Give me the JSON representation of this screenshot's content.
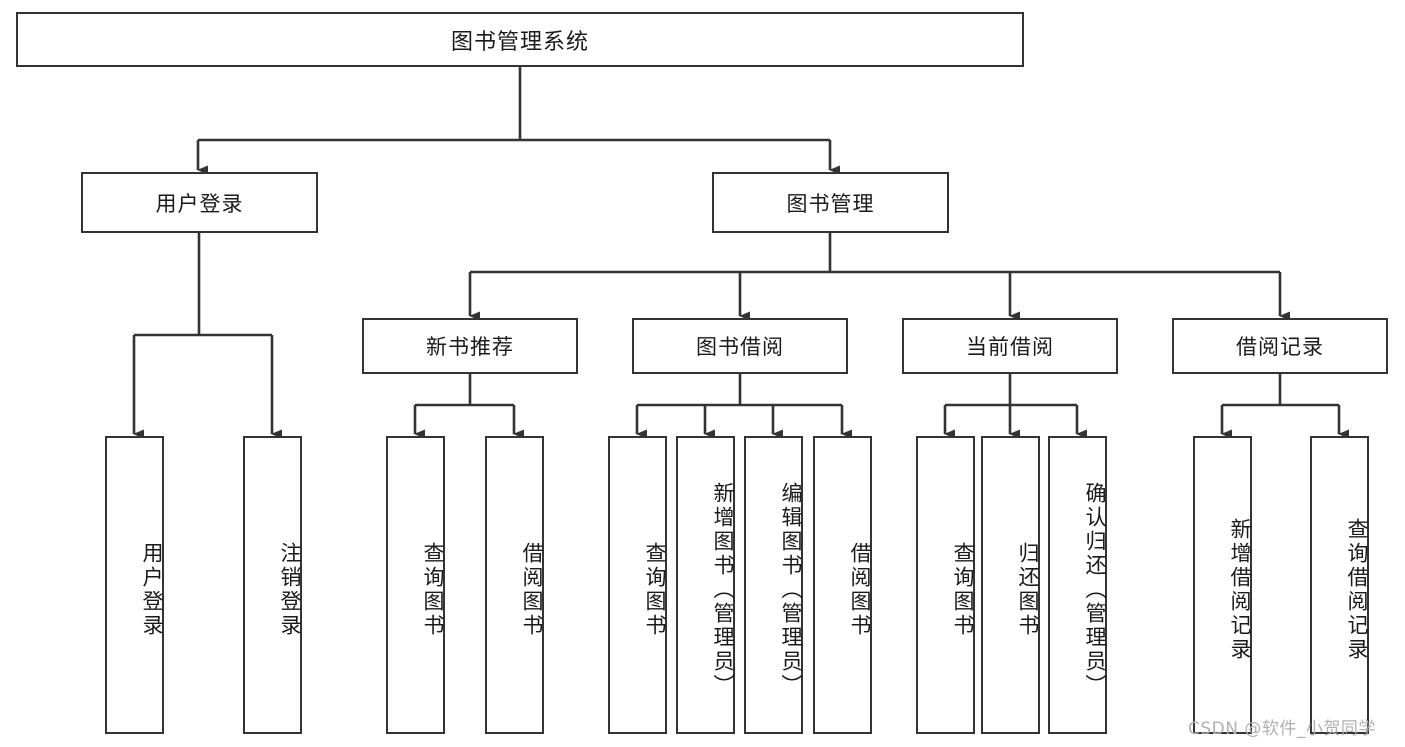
{
  "diagram": {
    "title": "图书管理系统",
    "type": "hierarchy-tree",
    "background_color": "#ffffff",
    "box_border_color": "#333333",
    "text_color": "#1a1a1a"
  },
  "nodes": {
    "root": {
      "label": "图书管理系统",
      "level": 1
    },
    "level2": [
      {
        "id": "user-login",
        "label": "用户登录"
      },
      {
        "id": "book-management",
        "label": "图书管理"
      }
    ],
    "level3": [
      {
        "id": "new-book-recommend",
        "label": "新书推荐"
      },
      {
        "id": "book-borrow",
        "label": "图书借阅"
      },
      {
        "id": "current-borrow",
        "label": "当前借阅"
      },
      {
        "id": "borrow-record",
        "label": "借阅记录"
      }
    ],
    "leaves": {
      "user_login": [
        {
          "id": "leaf-user-login",
          "label": "用户登录"
        },
        {
          "id": "leaf-logout",
          "label": "注销登录"
        }
      ],
      "new_book_recommend": [
        {
          "id": "leaf-query-book-1",
          "label": "查询图书"
        },
        {
          "id": "leaf-borrow-book-1",
          "label": "借阅图书"
        }
      ],
      "book_borrow": [
        {
          "id": "leaf-query-book-2",
          "label": "查询图书"
        },
        {
          "id": "leaf-add-book",
          "label": "新增图书（管理员）"
        },
        {
          "id": "leaf-edit-book",
          "label": "编辑图书（管理员）"
        },
        {
          "id": "leaf-borrow-book-2",
          "label": "借阅图书"
        }
      ],
      "current_borrow": [
        {
          "id": "leaf-query-book-3",
          "label": "查询图书"
        },
        {
          "id": "leaf-return-book",
          "label": "归还图书"
        },
        {
          "id": "leaf-confirm-return",
          "label": "确认归还（管理员）"
        }
      ],
      "borrow_record": [
        {
          "id": "leaf-add-record",
          "label": "新增借阅记录"
        },
        {
          "id": "leaf-query-record",
          "label": "查询借阅记录"
        }
      ]
    }
  },
  "watermark": {
    "text": "CSDN @软件_小贺同学"
  }
}
